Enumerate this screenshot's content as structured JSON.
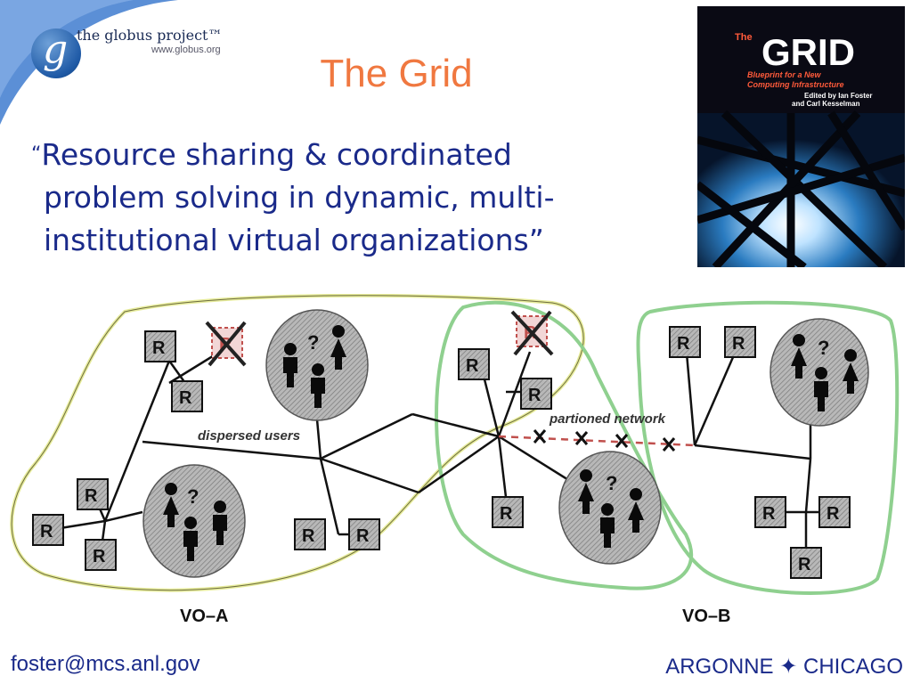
{
  "slide": {
    "title": "The Grid",
    "quote_lines": [
      "Resource sharing & coordinated",
      "problem solving in dynamic, multi-",
      "institutional virtual organizations”"
    ],
    "quote_open": "“"
  },
  "logo": {
    "letter": "g",
    "name": "the globus project™",
    "url": "www.globus.org"
  },
  "book_cover": {
    "small_title": "The",
    "title": "GRID",
    "subtitle_line1": "Blueprint for a New",
    "subtitle_line2": "Computing Infrastructure",
    "editors_line1": "Edited by Ian Foster",
    "editors_line2": "and Carl Kesselman"
  },
  "diagram": {
    "resource_label": "R",
    "user_mark": "?",
    "dispersed_label": "dispersed users",
    "partitioned_label": "partioned network",
    "vo_a_label": "VO–A",
    "vo_b_label": "VO–B"
  },
  "footer": {
    "email": "foster@mcs.anl.gov",
    "right": "ARGONNE ✦ CHICAGO"
  },
  "colors": {
    "title": "#f07840",
    "body_text": "#1a2a8a",
    "vo_a_outline": "#e6eb9a",
    "vo_b_outline": "#8fd08f",
    "corner": "#5b8fd6"
  }
}
